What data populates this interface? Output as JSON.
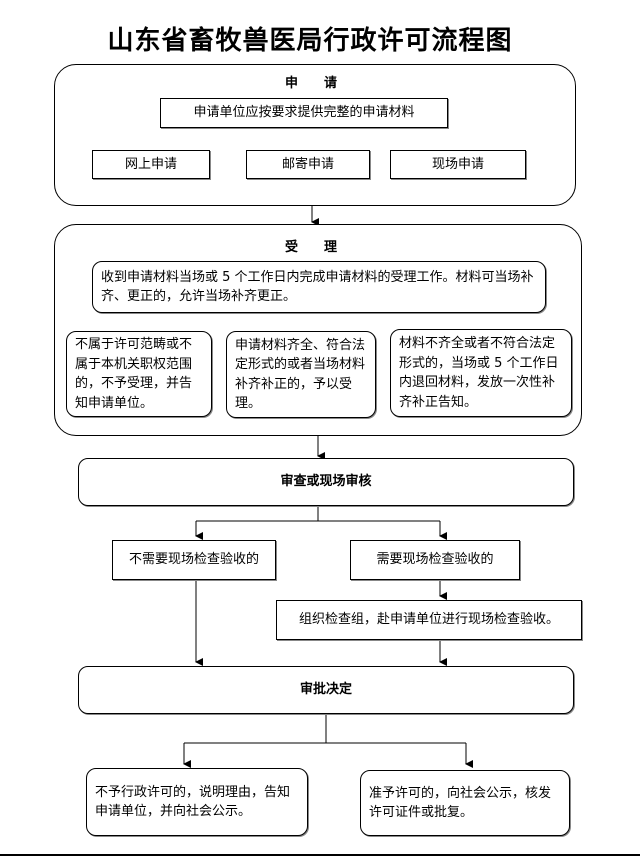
{
  "title": "山东省畜牧兽医局行政许可流程图",
  "apply": {
    "heading": "申请",
    "materials": "申请单位应按要求提供完整的申请材料",
    "methods": [
      "网上申请",
      "邮寄申请",
      "现场申请"
    ]
  },
  "accept": {
    "heading": "受理",
    "main": "收到申请材料当场或 5 个工作日内完成申请材料的受理工作。材料可当场补齐、更正的，允许当场补齐更正。",
    "not_accepted": "不属于许可范畴或不属于本机关职权范围的，不予受理，并告知申请单位。",
    "accepted": "申请材料齐全、符合法定形式的或者当场材料补齐补正的，予以受理。",
    "incomplete": "材料不齐全或者不符合法定形式的，当场或 5 个工作日内退回材料，发放一次性补齐补正告知。"
  },
  "review": {
    "label": "审查或现场审核",
    "no_inspection": "不需要现场检查验收的",
    "need_inspection": "需要现场检查验收的",
    "inspection_team": "组织检查组，赴申请单位进行现场检查验收。"
  },
  "decision": {
    "label": "审批决定",
    "reject": "不予行政许可的，说明理由，告知申请单位，并向社会公示。",
    "approve": "准予许可的，向社会公示，核发许可证件或批复。"
  }
}
